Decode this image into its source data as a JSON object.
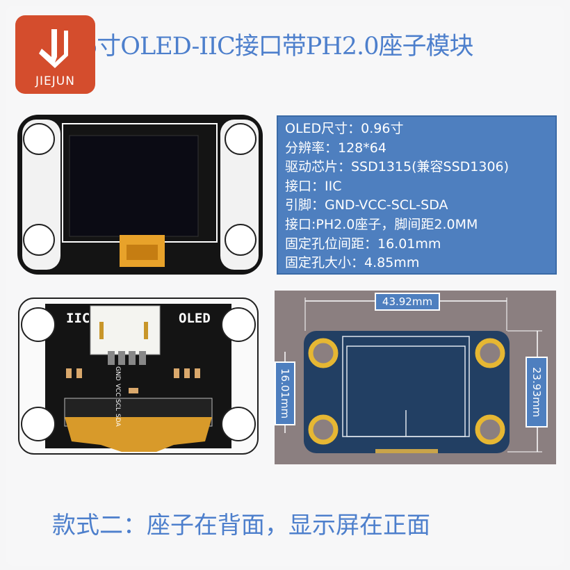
{
  "brand": {
    "logo_text": "JIEJUN",
    "color": "#d44d2d"
  },
  "title": "6寸OLED-IIC接口带PH2.0座子模块",
  "specs": [
    "OLED尺寸：0.96寸",
    "分辨率：128*64",
    "驱动芯片：SSD1315(兼容SSD1306)",
    "接口：IIC",
    "引脚：GND-VCC-SCL-SDA",
    "接口:PH2.0座子，脚间距2.0MM",
    "固定孔位间距：16.01mm",
    "固定孔大小：4.85mm"
  ],
  "board_back": {
    "left_label": "IIC",
    "right_label": "OLED",
    "pins": [
      "GND",
      "VCC",
      "SCL",
      "SDA"
    ]
  },
  "dimensions": {
    "width": "43.92mm",
    "hole_spacing": "16.01mm",
    "height": "23.93mm"
  },
  "caption": "款式二：座子在背面，显示屏在正面",
  "colors": {
    "accent": "#4d7fcc",
    "spec_box": "#4e7fbf",
    "pcb_drawing": "#223f63"
  }
}
